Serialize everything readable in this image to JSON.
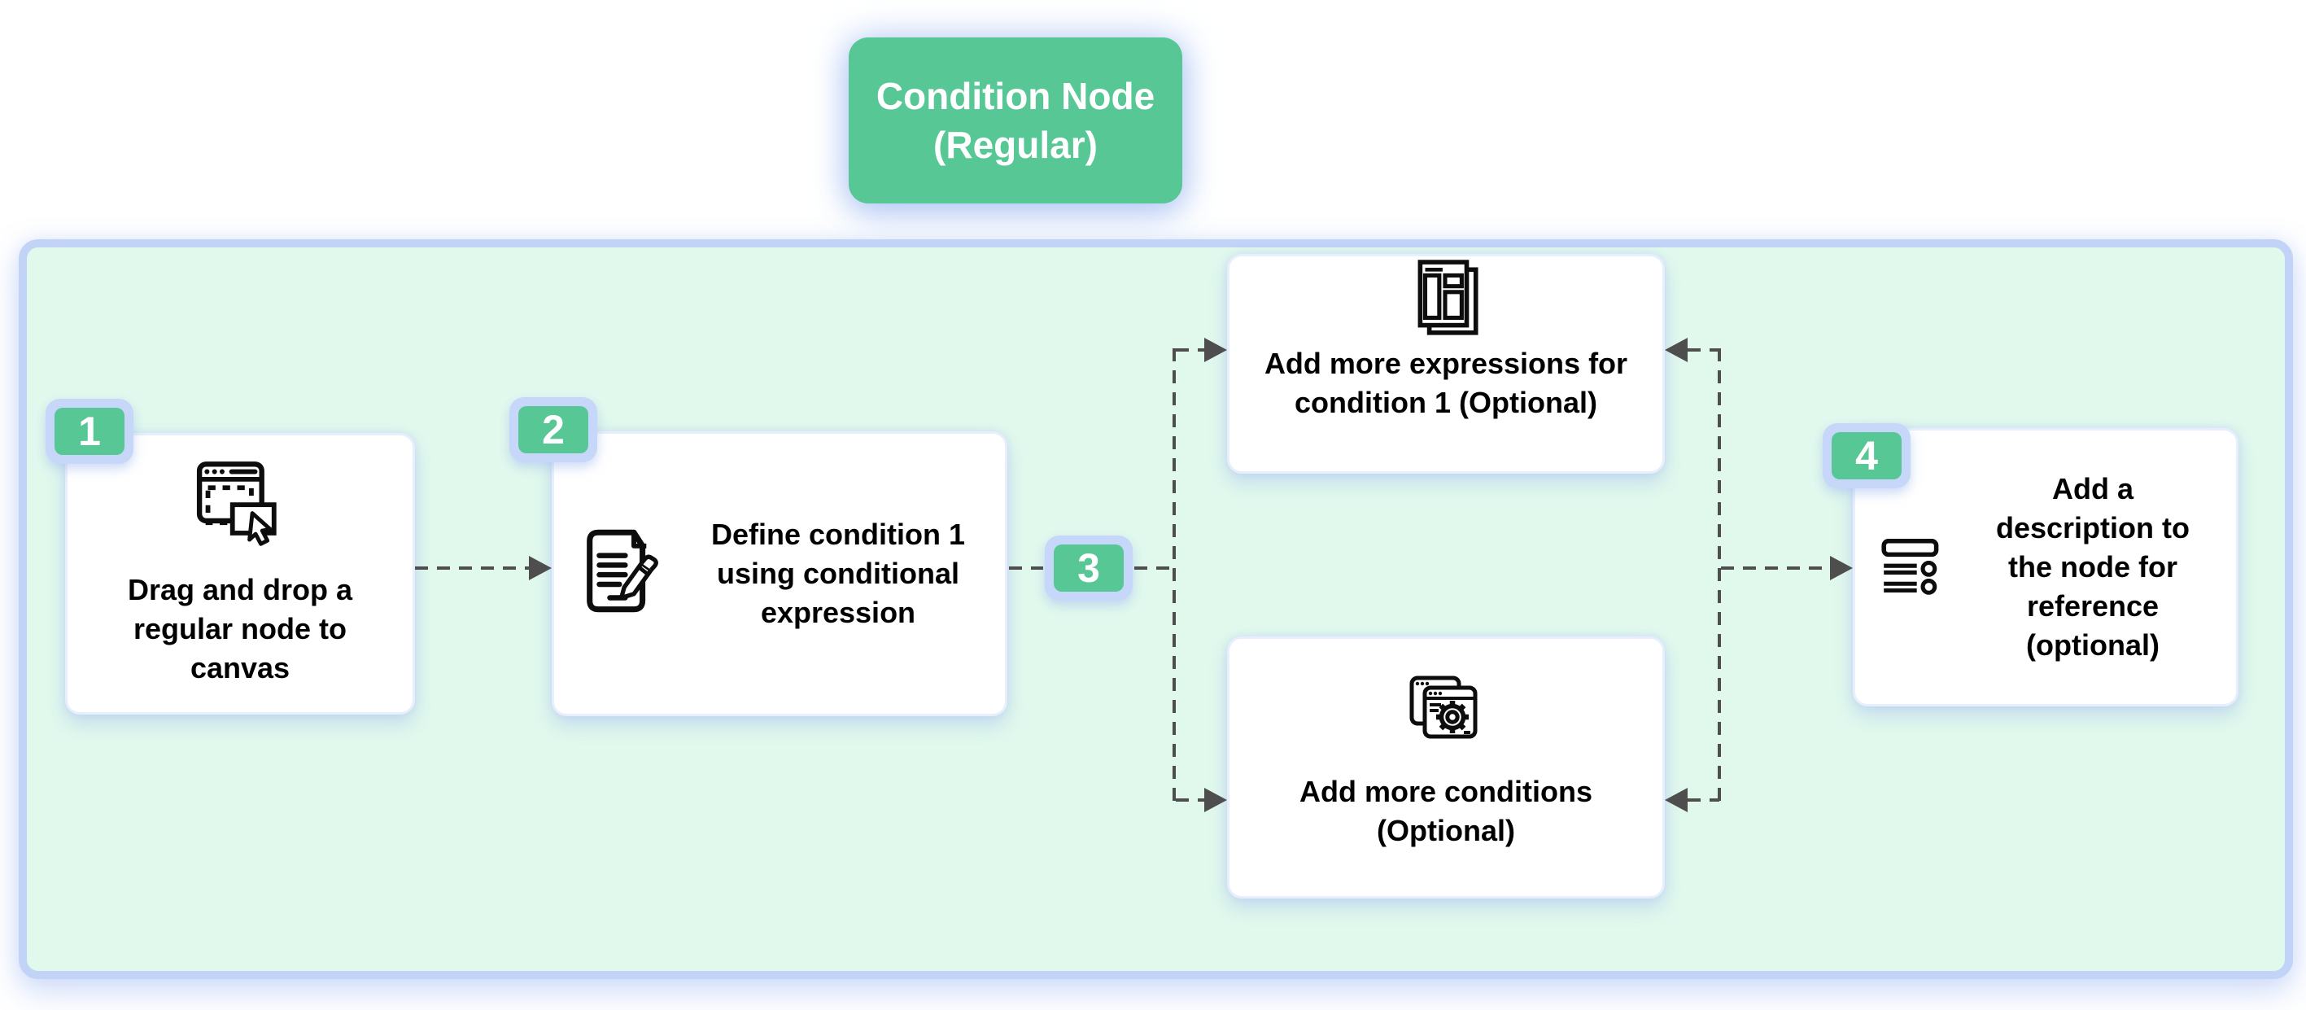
{
  "title": {
    "line1": "Condition Node",
    "line2": "(Regular)"
  },
  "nodes": {
    "step1": {
      "badge": "1",
      "label": "Drag and drop a regular node to canvas",
      "icon": "drag-drop-window-icon"
    },
    "step2": {
      "badge": "2",
      "label": "Define condition 1 using conditional expression",
      "icon": "document-pencil-icon"
    },
    "step3": {
      "badge": "3"
    },
    "step4": {
      "badge": "4",
      "label": "Add a description to the node for reference (optional)",
      "icon": "description-list-icon"
    },
    "optional_top": {
      "label": "Add more expressions for condition 1 (Optional)",
      "icon": "layout-pages-icon"
    },
    "optional_bottom": {
      "label": "Add more conditions (Optional)",
      "icon": "window-gear-icon"
    }
  },
  "colors": {
    "accent_green": "#57c795",
    "accent_blue": "#c2d3f8",
    "container_fill": "#e1f9ed",
    "card_white": "#ffffff",
    "connector_gray": "#4e4e4e",
    "text_black": "#000000"
  }
}
